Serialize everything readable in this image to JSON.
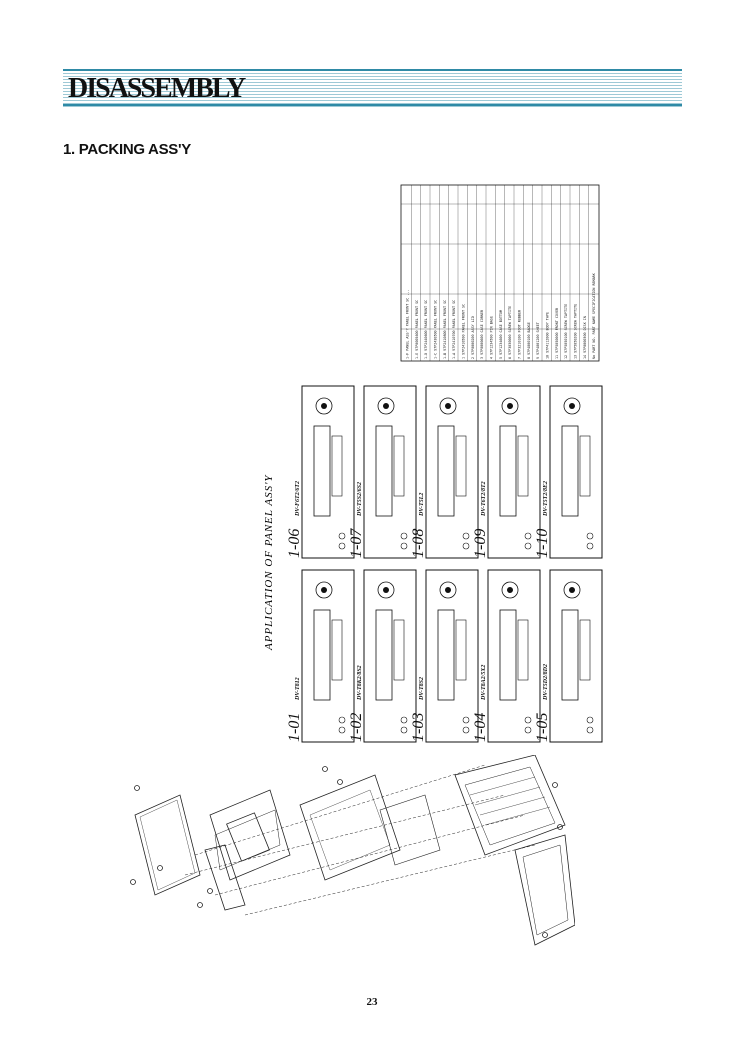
{
  "header": {
    "title": "DISASSEMBLY"
  },
  "section": {
    "heading": "1. PACKING ASS'Y"
  },
  "panels": {
    "title": "APPLICATION  OF  PANEL  ASS'Y",
    "items": [
      {
        "label": "1-01",
        "model": "DV-T812"
      },
      {
        "label": "1-02",
        "model": "DV-T8K2/8S2"
      },
      {
        "label": "1-03",
        "model": "DV-T8S2"
      },
      {
        "label": "1-04",
        "model": "DV-T8A2/5X2"
      },
      {
        "label": "1-05",
        "model": "DV-T5D2/8D2"
      },
      {
        "label": "1-06",
        "model": "DV-F6T2/6T2"
      },
      {
        "label": "1-07",
        "model": "DV-T5S2/6S2"
      },
      {
        "label": "1-08",
        "model": "DV-T5L2"
      },
      {
        "label": "1-09",
        "model": "DV-T6T2/8T2"
      },
      {
        "label": "1-10",
        "model": "DV-T5T2/8E2"
      }
    ]
  },
  "parts_table": {
    "rows": [
      "1-F  PANEL ASS'Y   PANEL FRONT SC  ...",
      "1-E  97P0005600   PANEL FRONT SC",
      "1-D  97P2440600   PANEL FRONT SC",
      "1-C  97P2430500   PANEL FRONT SC",
      "1-B  97P2410800   PANEL FRONT SC",
      "1-A  97P2410700   PANEL FRONT SC",
      "1   97P2410500   PANEL FRONT SC",
      "2   97P0000200   ASSY LID",
      "3   97P0000600   CASE CORNER",
      "4   97P1234500   PIN BASE",
      "5   97P1234600   CASE BOTTOM",
      "6   97P3030000   SCREW TAPTITE",
      "7   97P3210100   FOOT RUBBER",
      "8   97P4000100   BADGE",
      "9   97P4001200   SHEET",
      "10  97P4112000   BODY TAPE",
      "11  97P5050000   FRONT COVER",
      "12  97P5050100   SCREW TAPTITE",
      "13  97P5050200   SCREW TAPTITE",
      "14  97P0000300   DISK IN"
    ],
    "footer": "No  PART NO.  PART NAME  SPECIFICATION  REMARK"
  },
  "page_number": "23"
}
